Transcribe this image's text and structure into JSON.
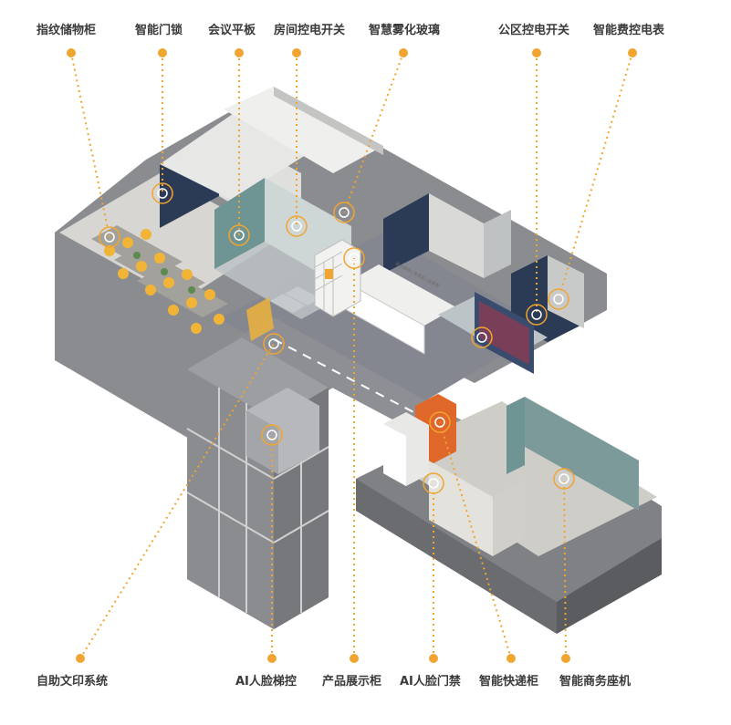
{
  "labels": {
    "fingerprint_locker": "指纹储物柜",
    "smart_door_lock": "智能门锁",
    "meeting_tablet": "会议平板",
    "room_power_switch": "房间控电开关",
    "smart_fog_glass": "智慧雾化玻璃",
    "public_power_switch": "公区控电开关",
    "smart_prepaid_meter": "智能费控电表",
    "self_service_print": "自助文印系统",
    "ai_face_elevator": "AI人脸梯控",
    "product_display_cabinet": "产品展示柜",
    "ai_face_access": "AI人脸门禁",
    "smart_parcel_locker": "智能快递柜",
    "smart_business_phone": "智能商务座机"
  },
  "wall_signs": {
    "reception_sign": "前台接待 | 休息区 | 会客室"
  },
  "colors": {
    "accent_orange": "#f0a530",
    "floor_gray": "#7d7f83",
    "wall_light": "#e6e6e4",
    "wall_navy": "#2b3a55",
    "wall_teal": "#6f9494",
    "chair_yellow": "#f2b436",
    "label_text": "#3a3a3a",
    "orange_panel": "#e0672a"
  }
}
